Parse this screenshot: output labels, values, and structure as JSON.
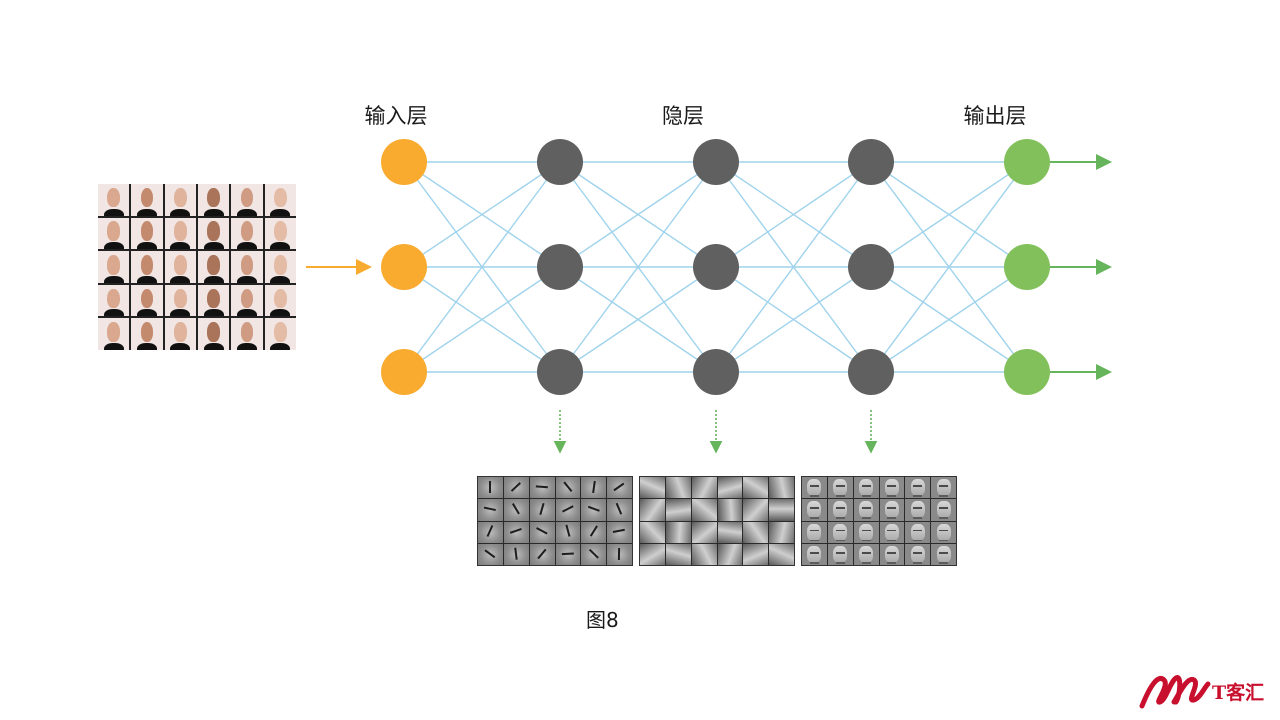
{
  "labels": {
    "input_layer": "输入层",
    "hidden_layer": "隐层",
    "output_layer": "输出层"
  },
  "caption": "图8",
  "logo": {
    "text": "T客汇"
  },
  "colors": {
    "input_node": "#f9ab2f",
    "hidden_node": "#606060",
    "output_node": "#82c05b",
    "edge": "#9fd3ec",
    "input_arrow": "#f9ab2f",
    "output_arrow": "#66b55c",
    "down_arrow": "#66b55c",
    "logo": "#c8102e"
  },
  "network": {
    "layers": [
      {
        "role": "input",
        "nodes": 3
      },
      {
        "role": "hidden",
        "nodes": 3
      },
      {
        "role": "hidden",
        "nodes": 3
      },
      {
        "role": "hidden",
        "nodes": 3
      },
      {
        "role": "output",
        "nodes": 3
      }
    ]
  },
  "feature_panels": [
    {
      "name": "edge-features"
    },
    {
      "name": "part-features"
    },
    {
      "name": "face-features"
    }
  ]
}
